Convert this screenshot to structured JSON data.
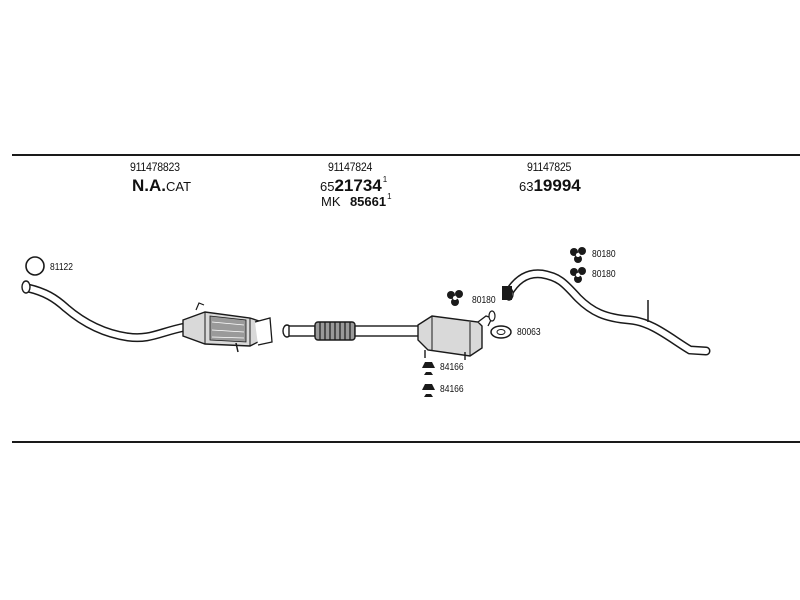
{
  "sections": [
    {
      "part_number": "911478823",
      "code_bold": "N.A.",
      "code_suffix": "CAT"
    },
    {
      "part_number": "91147824",
      "code_prefix": "65",
      "code_bold": "21734",
      "code_sup": "1",
      "alt_prefix": "MK",
      "alt_code": "85661",
      "alt_sup": "1"
    },
    {
      "part_number": "91147825",
      "code_prefix": "63",
      "code_bold": "19994"
    }
  ],
  "fittings": [
    {
      "code": "81122",
      "icon": "gasket-ring-icon"
    },
    {
      "code": "80180",
      "icon": "clamp-icon"
    },
    {
      "code": "80063",
      "icon": "flange-gasket-icon"
    },
    {
      "code": "84166",
      "icon": "rubber-hanger-icon"
    },
    {
      "code": "84166",
      "icon": "rubber-hanger-icon"
    },
    {
      "code": "80180",
      "icon": "clamp-icon"
    },
    {
      "code": "80180",
      "icon": "clamp-icon"
    }
  ],
  "colors": {
    "line": "#1a1a1a",
    "part_fill": "#d9d9d9",
    "part_shade": "#9a9a9a"
  }
}
